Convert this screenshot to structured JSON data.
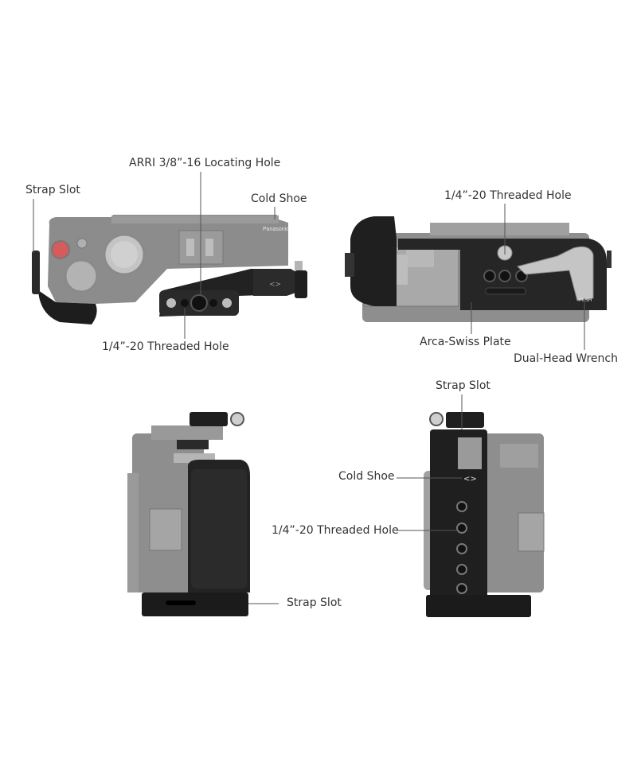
{
  "labels": {
    "strap_slot_top": "Strap Slot",
    "arri_hole": "ARRI 3/8”-16 Locating Hole",
    "cold_shoe_top": "Cold Shoe",
    "threaded_hole_top_left": "1/4”-20 Threaded Hole",
    "threaded_hole_top_right": "1/4”-20 Threaded Hole",
    "arca_swiss": "Arca-Swiss Plate",
    "dual_head_wrench": "Dual-Head Wrench",
    "strap_slot_side_right": "Strap Slot",
    "cold_shoe_side": "Cold Shoe",
    "threaded_hole_side": "1/4”-20 Threaded Hole",
    "strap_slot_side_left": "Strap Slot"
  },
  "camera_markings": {
    "brand": "Panasonic",
    "push": "PUSH"
  },
  "colors": {
    "camera_body": "#8a8a8a",
    "camera_light": "#a3a3a3",
    "cage_black": "#1e1e1e",
    "leader_line": "#555555",
    "label_text": "#333333"
  }
}
